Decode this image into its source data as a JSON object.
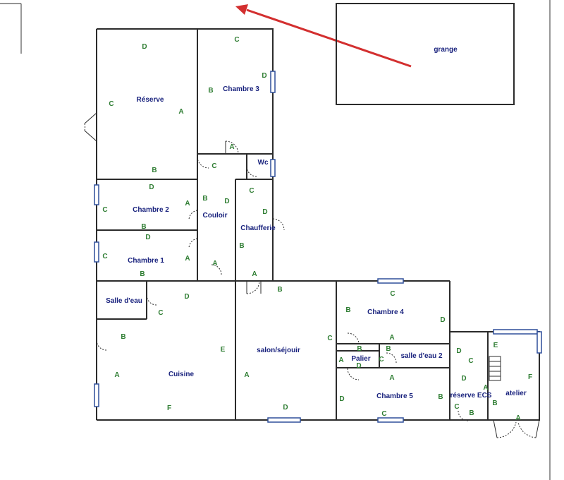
{
  "rooms": {
    "grange": "grange",
    "reserve": "Réserve",
    "chambre3": "Chambre 3",
    "wc": "Wc",
    "chambre2": "Chambre 2",
    "couloir": "Couloir",
    "chaufferie": "Chaufferie",
    "chambre1": "Chambre 1",
    "salle_deau": "Salle d'eau",
    "cuisine": "Cuisine",
    "salon": "salon/séjouir",
    "chambre4": "Chambre 4",
    "palier": "Palier",
    "salle_deau2": "salle d'eau 2",
    "chambre5": "Chambre 5",
    "reserve_ecs": "réserve ECS",
    "atelier": "atelier"
  },
  "wall_markers": {
    "reserve_top": "D",
    "reserve_left": "C",
    "reserve_right": "A",
    "reserve_bottom": "B",
    "ch3_top": "C",
    "ch3_right": "D",
    "ch3_left": "B",
    "ch3_bottom": "A",
    "corr_top": "C",
    "ch2_top": "D",
    "ch2_left": "C",
    "ch2_right": "A",
    "ch2_bottom": "B",
    "couloir_b": "B",
    "couloir_d": "D",
    "chauf_c": "C",
    "chauf_d": "D",
    "chauf_b": "B",
    "ch1_top": "D",
    "ch1_left": "C",
    "ch1_right": "A",
    "ch1_bottom": "B",
    "couloir_a": "A",
    "chauf_a": "A",
    "sde_c": "C",
    "cuis_d": "D",
    "cuis_b": "B",
    "cuis_e": "E",
    "cuis_a": "A",
    "cuis_f": "F",
    "salon_b": "B",
    "salon_c": "C",
    "salon_a": "A",
    "salon_d": "D",
    "ch4_c": "C",
    "ch4_b": "B",
    "ch4_d": "D",
    "ch4_a": "A",
    "pal_b": "B",
    "pal_a": "A",
    "pal_c": "C",
    "pal_d": "D",
    "sde2_b": "B",
    "sde2_d": "D",
    "ch5_a": "A",
    "ch5_d": "D",
    "ch5_b": "B",
    "ch5_c": "C",
    "ecs_d": "D",
    "ecs_c": "C",
    "ecs_b": "B",
    "at_e": "E",
    "at_c": "C",
    "at_f": "F",
    "at_a": "A",
    "at_b": "B",
    "at_a2": "A"
  },
  "colors": {
    "walls": "#2b2b2b",
    "room_label": "#1a237e",
    "marker": "#2e7d32",
    "north_arrow": "#d32f2f",
    "window": "#2f4f9a"
  }
}
